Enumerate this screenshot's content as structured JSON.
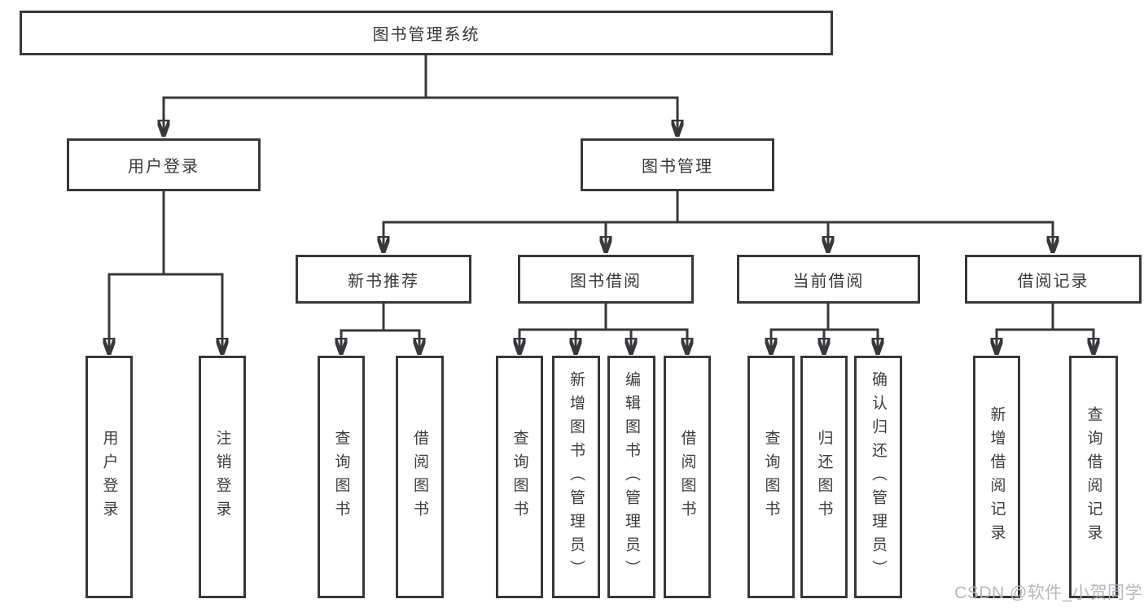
{
  "diagram": {
    "root": {
      "label": "图书管理系统"
    },
    "level2": [
      {
        "label": "用户登录"
      },
      {
        "label": "图书管理"
      }
    ],
    "level3": [
      {
        "label": "新书推荐"
      },
      {
        "label": "图书借阅"
      },
      {
        "label": "当前借阅"
      },
      {
        "label": "借阅记录"
      }
    ],
    "leaves": [
      {
        "label": "用户登录"
      },
      {
        "label": "注销登录"
      },
      {
        "label": "查询图书"
      },
      {
        "label": "借阅图书"
      },
      {
        "label": "查询图书"
      },
      {
        "label": "新增图书（管理员）"
      },
      {
        "label": "编辑图书（管理员）"
      },
      {
        "label": "借阅图书"
      },
      {
        "label": "查询图书"
      },
      {
        "label": "归还图书"
      },
      {
        "label": "确认归还（管理员）"
      },
      {
        "label": "新增借阅记录"
      },
      {
        "label": "查询借阅记录"
      }
    ]
  },
  "watermark": {
    "text": "CSDN @软件_小贺同学"
  },
  "colors": {
    "line": "#36383b",
    "text": "#3d3d3d",
    "watermark": "#aeb5bc",
    "background": "#ffffff"
  }
}
